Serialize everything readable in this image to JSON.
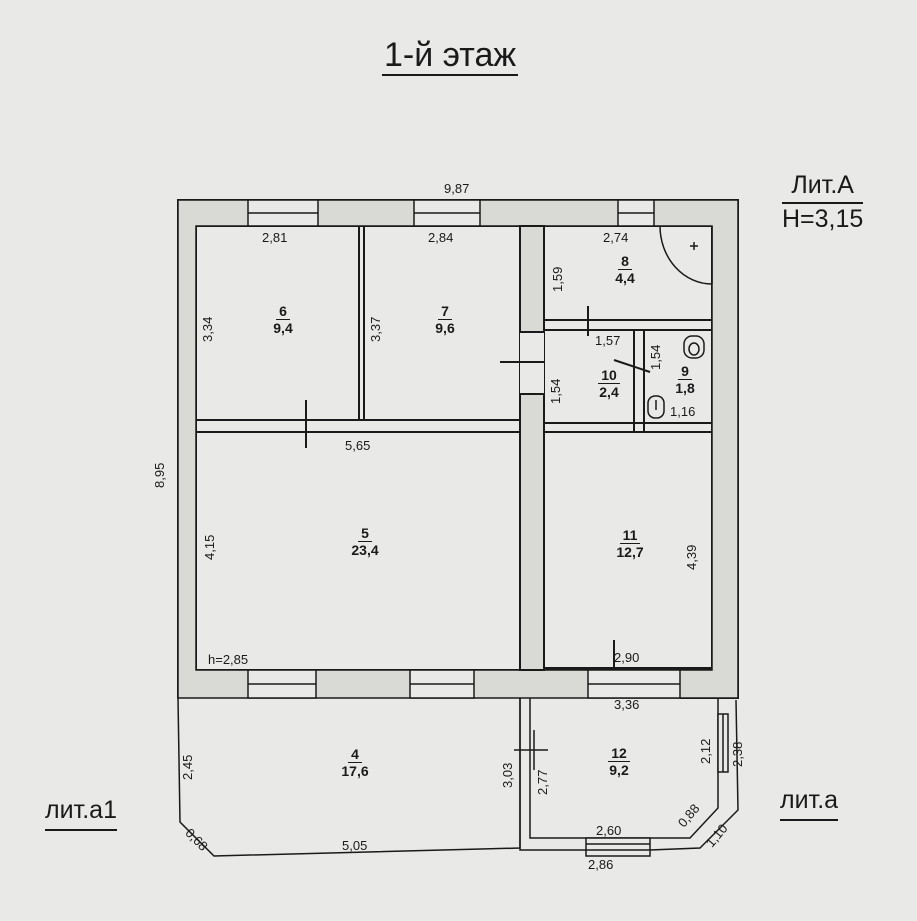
{
  "title": "1-й этаж",
  "lit_a": {
    "label": "Лит.А",
    "height": "H=3,15"
  },
  "lit_a1": "лит.а1",
  "lit_a_small": "лит.а",
  "rooms": [
    {
      "num": "6",
      "area": "9,4"
    },
    {
      "num": "7",
      "area": "9,6"
    },
    {
      "num": "8",
      "area": "4,4"
    },
    {
      "num": "10",
      "area": "2,4"
    },
    {
      "num": "9",
      "area": "1,8"
    },
    {
      "num": "5",
      "area": "23,4"
    },
    {
      "num": "11",
      "area": "12,7"
    },
    {
      "num": "4",
      "area": "17,6"
    },
    {
      "num": "12",
      "area": "9,2"
    }
  ],
  "dimensions": {
    "total_width": "9,87",
    "total_depth": "8,95",
    "r6_width": "2,81",
    "r6_depth": "3,34",
    "r7_width": "2,84",
    "r7_depth": "3,37",
    "r8_width": "2,74",
    "r8_depth": "1,59",
    "r10_width": "1,57",
    "r10_depth": "1,54",
    "r9_depth": "1,54",
    "r9_width": "1,16",
    "r5_width": "5,65",
    "r5_depth": "4,15",
    "r5_ceiling": "h=2,85",
    "r11_depth": "4,39",
    "r11_width": "2,90",
    "r12_top": "3,36",
    "r12_left_outer": "3,03",
    "r12_left_inner": "2,77",
    "r12_right_inner": "2,12",
    "r12_right_outer": "2,38",
    "r12_diag_inner": "0,88",
    "r12_diag_outer": "1,10",
    "r12_bottom_inner": "2,60",
    "r12_bottom_outer": "2,86",
    "r4_left": "2,45",
    "r4_diag": "0,68",
    "r4_bottom": "5,05"
  }
}
